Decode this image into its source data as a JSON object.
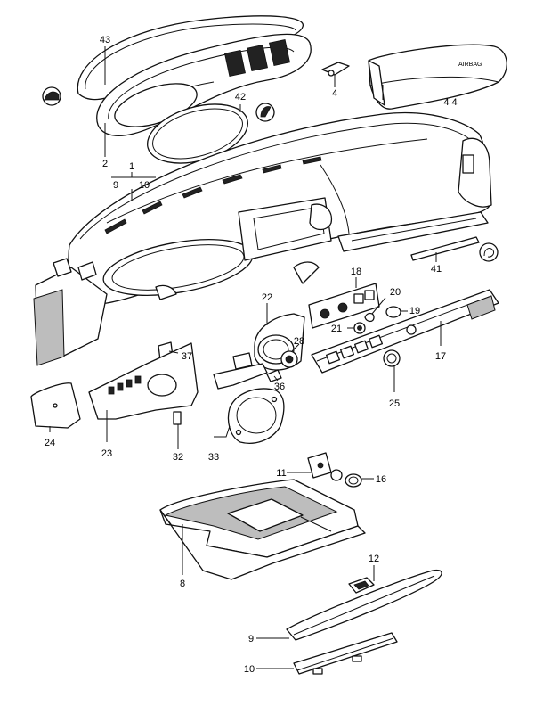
{
  "labels": {
    "airbag_emblem": "AIRBAG"
  },
  "callouts": {
    "1": "1",
    "2": "2",
    "4": "4",
    "8": "8",
    "9": "9",
    "10": "10",
    "11": "11",
    "12": "12",
    "16": "16",
    "17": "17",
    "18": "18",
    "19": "19",
    "20": "20",
    "21": "21",
    "22": "22",
    "23": "23",
    "24": "24",
    "25": "25",
    "28": "28",
    "32": "32",
    "33": "33",
    "36": "36",
    "37": "37",
    "41": "41",
    "42": "42",
    "43": "43",
    "44": "4 4"
  }
}
